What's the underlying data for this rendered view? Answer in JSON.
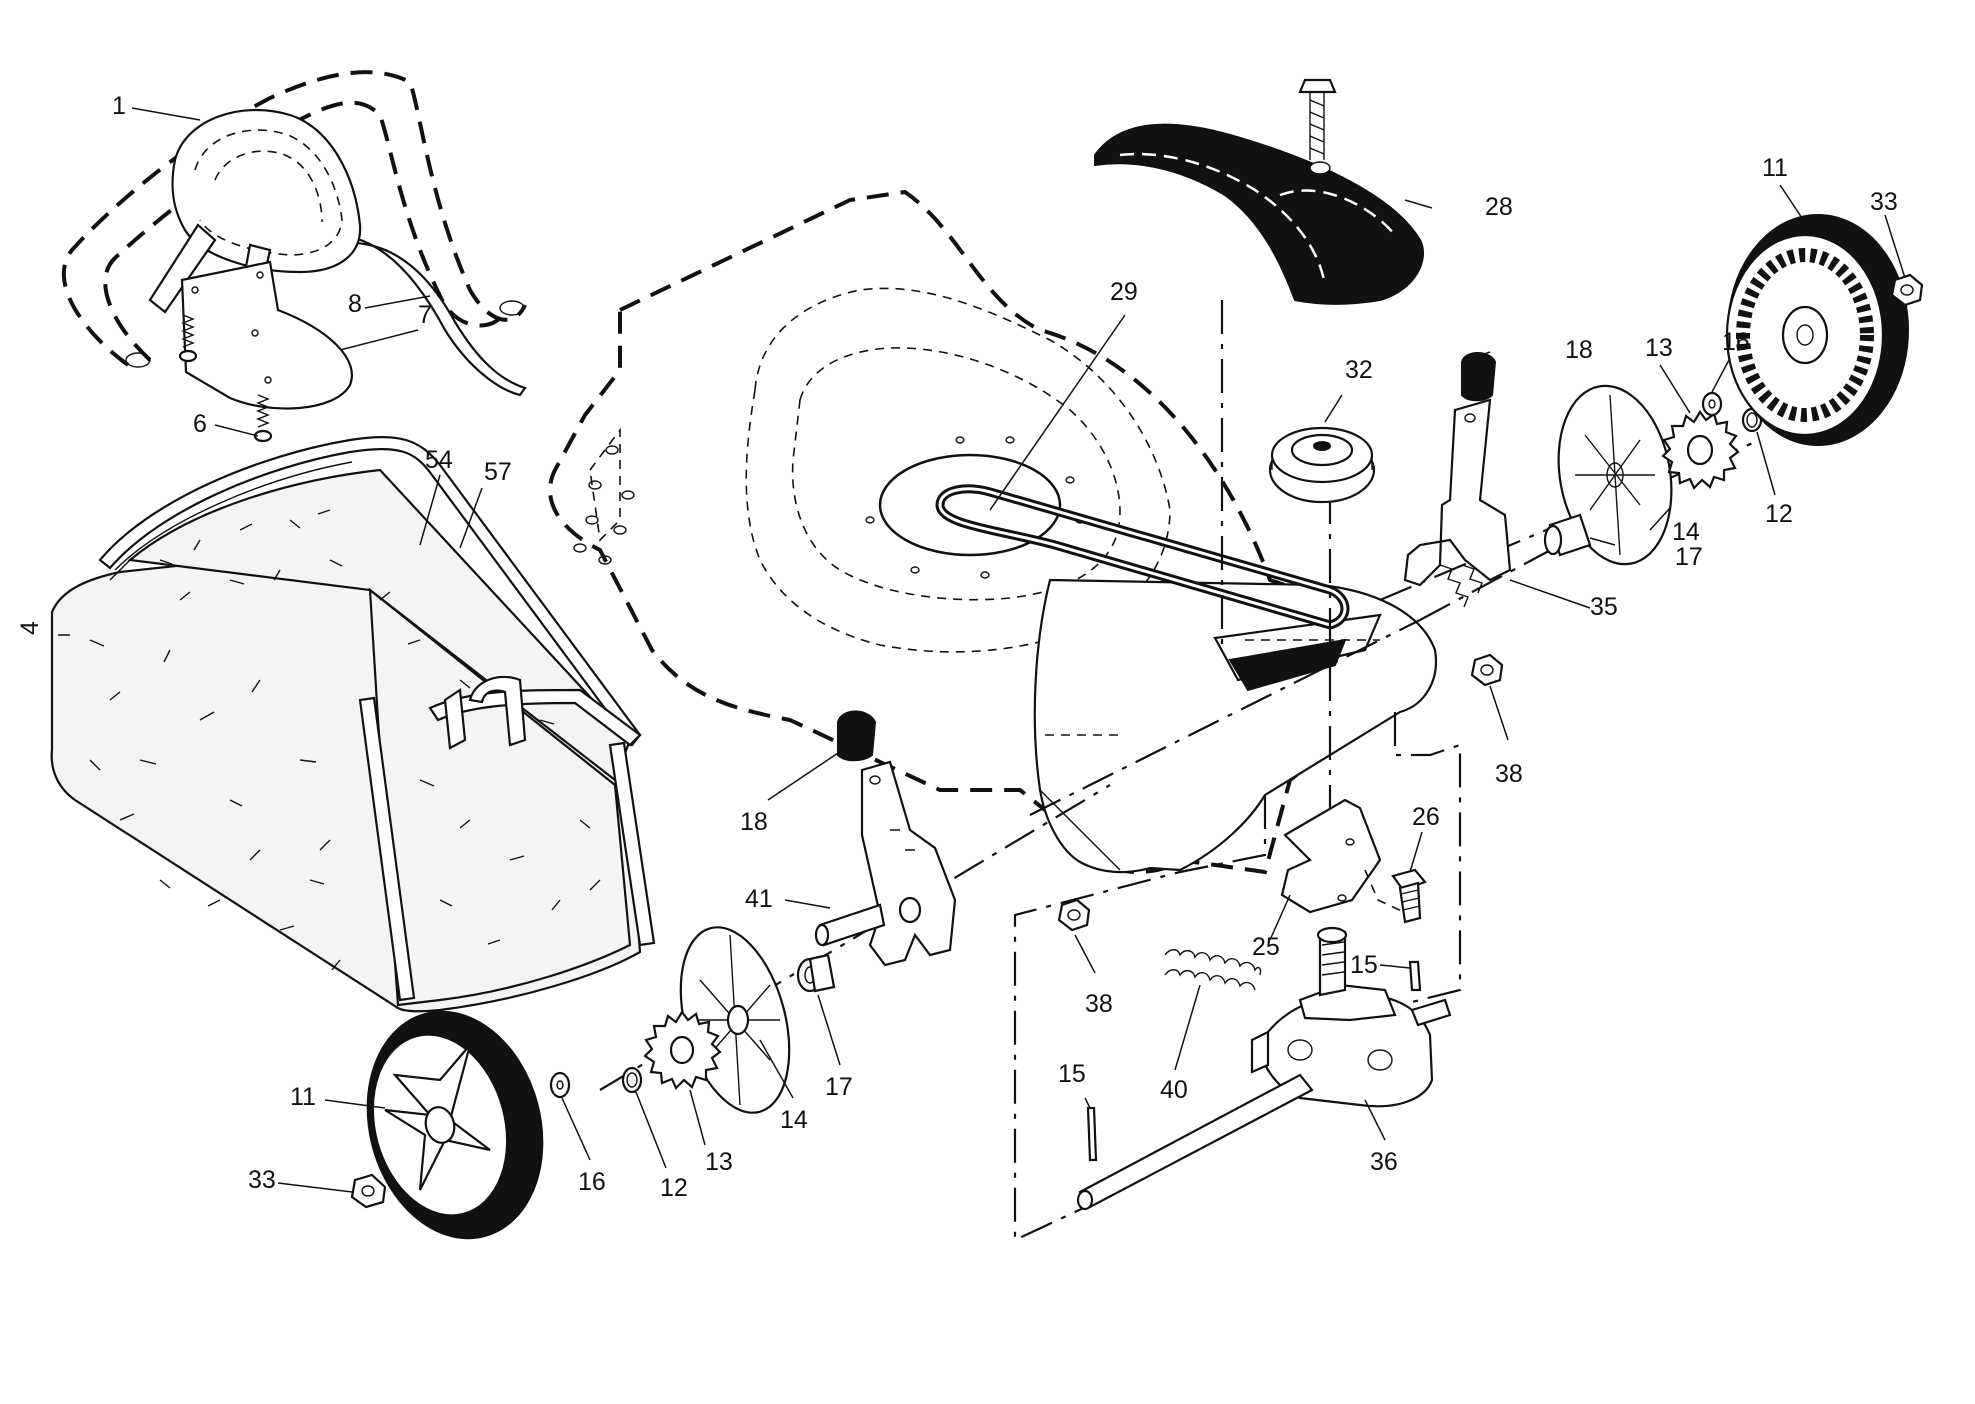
{
  "diagram": {
    "labels": [
      {
        "id": "bag-cover",
        "text": "1"
      },
      {
        "id": "bag",
        "text": "4"
      },
      {
        "id": "spring-left",
        "text": "6"
      },
      {
        "id": "mulch-door",
        "text": "7"
      },
      {
        "id": "rod",
        "text": "8"
      },
      {
        "id": "wheel-right",
        "text": "11"
      },
      {
        "id": "wheel-left",
        "text": "11"
      },
      {
        "id": "ring-right",
        "text": "12"
      },
      {
        "id": "ring-left",
        "text": "12"
      },
      {
        "id": "gear-right",
        "text": "13"
      },
      {
        "id": "gear-left",
        "text": "13"
      },
      {
        "id": "hubcap-right",
        "text": "14"
      },
      {
        "id": "hubcap-left",
        "text": "14"
      },
      {
        "id": "pin-upper",
        "text": "15"
      },
      {
        "id": "pin-lower",
        "text": "15"
      },
      {
        "id": "washer-right",
        "text": "16"
      },
      {
        "id": "washer-left",
        "text": "16"
      },
      {
        "id": "bushing-right",
        "text": "17"
      },
      {
        "id": "bushing-left",
        "text": "17"
      },
      {
        "id": "knob-right",
        "text": "18"
      },
      {
        "id": "knob-left",
        "text": "18"
      },
      {
        "id": "bracket",
        "text": "25"
      },
      {
        "id": "bolt",
        "text": "26"
      },
      {
        "id": "belt-cover",
        "text": "28"
      },
      {
        "id": "belt",
        "text": "29"
      },
      {
        "id": "pulley",
        "text": "32"
      },
      {
        "id": "nut-right",
        "text": "33"
      },
      {
        "id": "nut-left",
        "text": "33"
      },
      {
        "id": "height-adjuster-right",
        "text": "35"
      },
      {
        "id": "transmission",
        "text": "36"
      },
      {
        "id": "nut-38-right",
        "text": "38"
      },
      {
        "id": "nut-38-left",
        "text": "38"
      },
      {
        "id": "spring-40",
        "text": "40"
      },
      {
        "id": "height-adjuster-left",
        "text": "41"
      },
      {
        "id": "bag-frame",
        "text": "54"
      },
      {
        "id": "handle-frame",
        "text": "57"
      }
    ]
  }
}
